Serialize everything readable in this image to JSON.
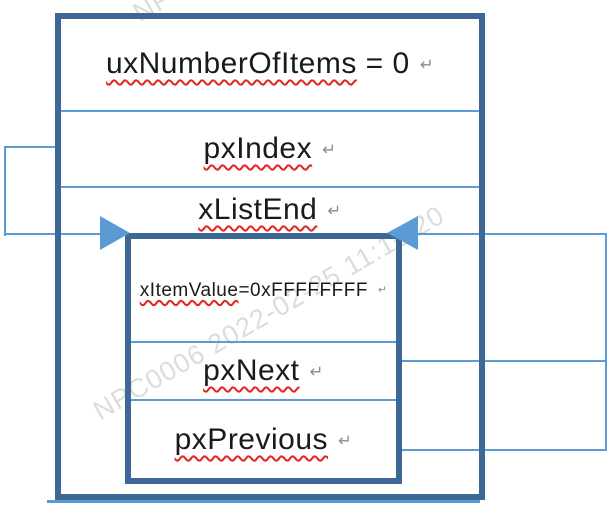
{
  "watermark": {
    "text": "NPC0006 2022-02-25 11:10:20"
  },
  "outer_box": {
    "rows": [
      {
        "text": "uxNumberOfItems",
        "suffix": " = 0"
      },
      {
        "text": "pxIndex",
        "suffix": ""
      },
      {
        "text": "xListEnd",
        "suffix": ""
      }
    ]
  },
  "inner_box": {
    "rows": [
      {
        "text": "xItemValue",
        "suffix": "=0xFFFFFFFF"
      },
      {
        "text": "pxNext",
        "suffix": ""
      },
      {
        "text": "pxPrevious",
        "suffix": ""
      }
    ]
  },
  "marks": {
    "line_break": "↵"
  },
  "colors": {
    "box_border": "#3d6896",
    "thin_line": "#5b9bd5",
    "arrow": "#5b9bd5",
    "squiggle": "#e0261f",
    "text": "#1a1a1a",
    "line_break_mark": "#8c8c8c",
    "watermark": "rgba(130,130,130,0.28)"
  }
}
